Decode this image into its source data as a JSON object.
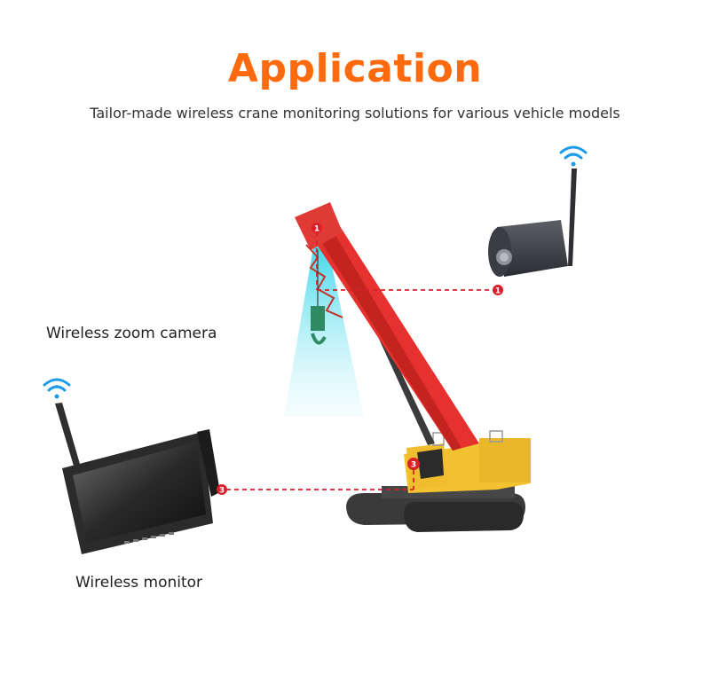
{
  "header": {
    "title": "Application",
    "subtitle": "Tailor-made wireless crane monitoring solutions for various vehicle models"
  },
  "labels": {
    "camera": "Wireless zoom camera",
    "monitor": "Wireless monitor"
  },
  "markers": [
    {
      "id": "1",
      "label": "1"
    },
    {
      "id": "3",
      "label": "3"
    }
  ],
  "colors": {
    "accent": "#ff6a0e",
    "wifi": "#1e9be9",
    "marker": "#d9202a",
    "beam": "#23d5e6",
    "crane_boom": "#e5322e",
    "crane_body": "#f2c230"
  }
}
